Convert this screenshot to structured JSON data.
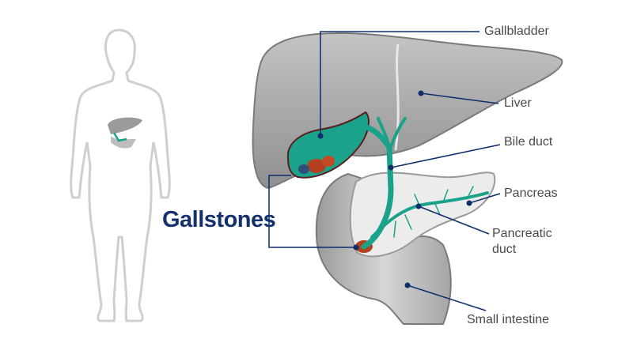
{
  "title": "Gallstones",
  "labels": {
    "gallbladder": "Gallbladder",
    "liver": "Liver",
    "bile_duct": "Bile duct",
    "pancreas": "Pancreas",
    "pancreatic_duct_line1": "Pancreatic",
    "pancreatic_duct_line2": "duct",
    "small_intestine": "Small intestine"
  },
  "colors": {
    "leader": "#0d2d6b",
    "title": "#14306e",
    "duct": "#1aa38a",
    "organ": "#a9a9a9",
    "body_outline": "#cfcfcf"
  }
}
